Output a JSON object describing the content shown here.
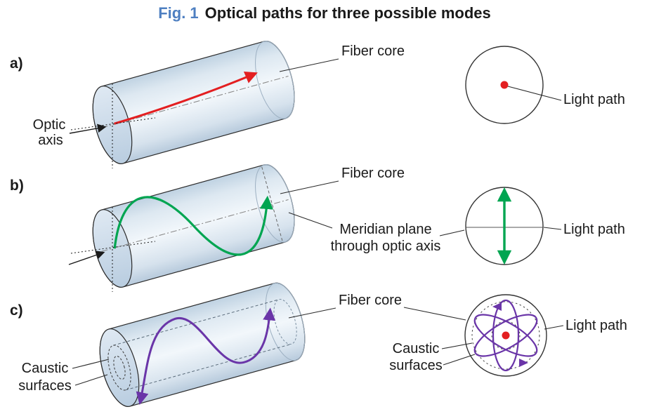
{
  "title": {
    "fig": "Fig. 1",
    "text": "Optical paths for three possible modes"
  },
  "panels": {
    "a": {
      "tag": "a)",
      "optic_axis": [
        "Optic",
        "axis"
      ],
      "fiber_core": "Fiber core",
      "light_path": "Light path"
    },
    "b": {
      "tag": "b)",
      "fiber_core": "Fiber core",
      "meridian": [
        "Meridian plane",
        "through optic axis"
      ],
      "light_path": "Light path"
    },
    "c": {
      "tag": "c)",
      "caustic_left": [
        "Caustic",
        "surfaces"
      ],
      "fiber_core": "Fiber core",
      "caustic_right": [
        "Caustic",
        "surfaces"
      ],
      "light_path": "Light path"
    }
  },
  "colors": {
    "figure_number_blue": "#4e7fc1",
    "axial_ray_red": "#e31f21",
    "meridional_ray_green": "#00a551",
    "skew_ray_purple": "#6a35a8",
    "cylinder_highlight": "#f2f7fb",
    "cylinder_shadow": "#b7cadc",
    "outline_dark": "#2b2b2b"
  }
}
